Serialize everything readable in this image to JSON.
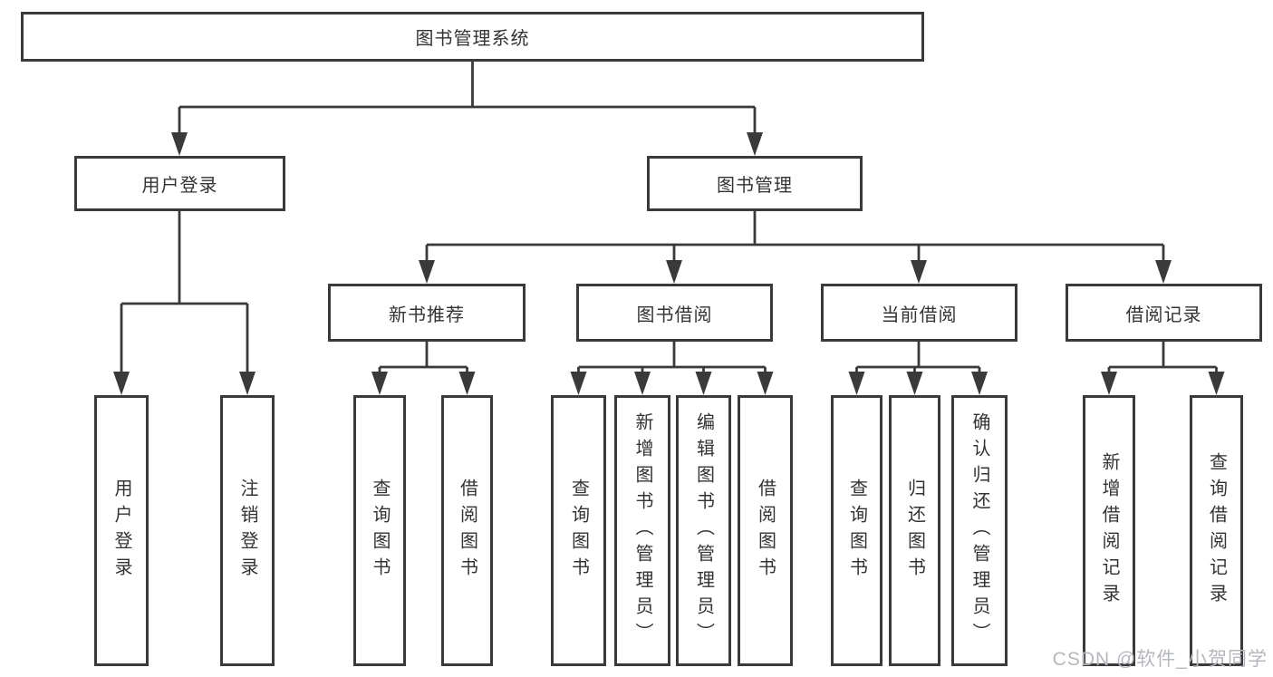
{
  "diagram": {
    "root": {
      "label": "图书管理系统"
    },
    "branches": {
      "user_login": {
        "label": "用户登录",
        "children": [
          {
            "label": "用户登录"
          },
          {
            "label": "注销登录"
          }
        ]
      },
      "book_management": {
        "label": "图书管理",
        "groups": [
          {
            "label": "新书推荐",
            "children": [
              {
                "label": "查询图书"
              },
              {
                "label": "借阅图书"
              }
            ]
          },
          {
            "label": "图书借阅",
            "children": [
              {
                "label": "查询图书"
              },
              {
                "label": "新增图书（管理员）"
              },
              {
                "label": "编辑图书（管理员）"
              },
              {
                "label": "借阅图书"
              }
            ]
          },
          {
            "label": "当前借阅",
            "children": [
              {
                "label": "查询图书"
              },
              {
                "label": "归还图书"
              },
              {
                "label": "确认归还（管理员）"
              }
            ]
          },
          {
            "label": "借阅记录",
            "children": [
              {
                "label": "新增借阅记录"
              },
              {
                "label": "查询借阅记录"
              }
            ]
          }
        ]
      }
    }
  },
  "watermark": {
    "text": "CSDN @软件_小贺同学"
  },
  "colors": {
    "line": "#3a3a3a",
    "text": "#333333",
    "background": "#ffffff",
    "watermark": "#b4b7bc"
  }
}
